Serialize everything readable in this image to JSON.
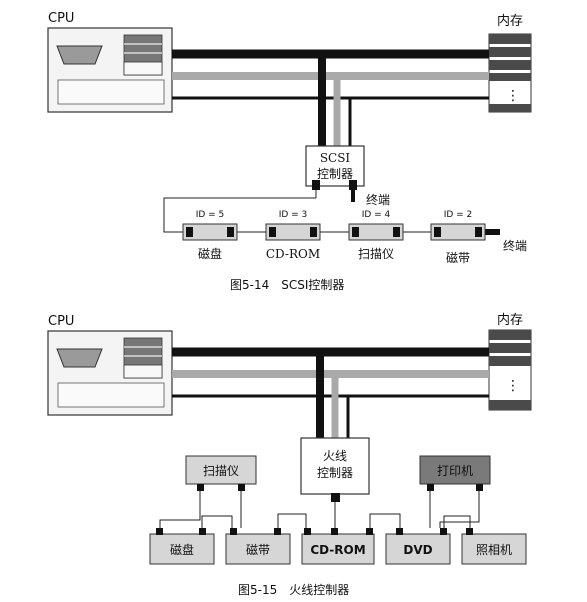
{
  "figure1": {
    "cpu_label": "CPU",
    "memory_label": "内存",
    "memory_dots": "⋮",
    "controller_line1": "SCSI",
    "controller_line2": "控制器",
    "terminator_top": "终端",
    "terminator_end": "终端",
    "devices": [
      {
        "id": "ID = 5",
        "name": "磁盘"
      },
      {
        "id": "ID = 3",
        "name": "CD-ROM"
      },
      {
        "id": "ID = 4",
        "name": "扫描仪"
      },
      {
        "id": "ID = 2",
        "name": "磁带"
      }
    ],
    "caption": "图5-14　SCSI控制器"
  },
  "figure2": {
    "cpu_label": "CPU",
    "memory_label": "内存",
    "memory_dots": "⋮",
    "controller_line1": "火线",
    "controller_line2": "控制器",
    "scanner": "扫描仪",
    "printer": "打印机",
    "devices": [
      "磁盘",
      "磁带",
      "CD-ROM",
      "DVD",
      "照相机"
    ],
    "caption": "图5-15　火线控制器"
  },
  "colors": {
    "bus_dark": "#111111",
    "bus_light": "#a9a9a9",
    "device_fill": "#d6d6d6",
    "printer_fill": "#7a7a7a"
  }
}
